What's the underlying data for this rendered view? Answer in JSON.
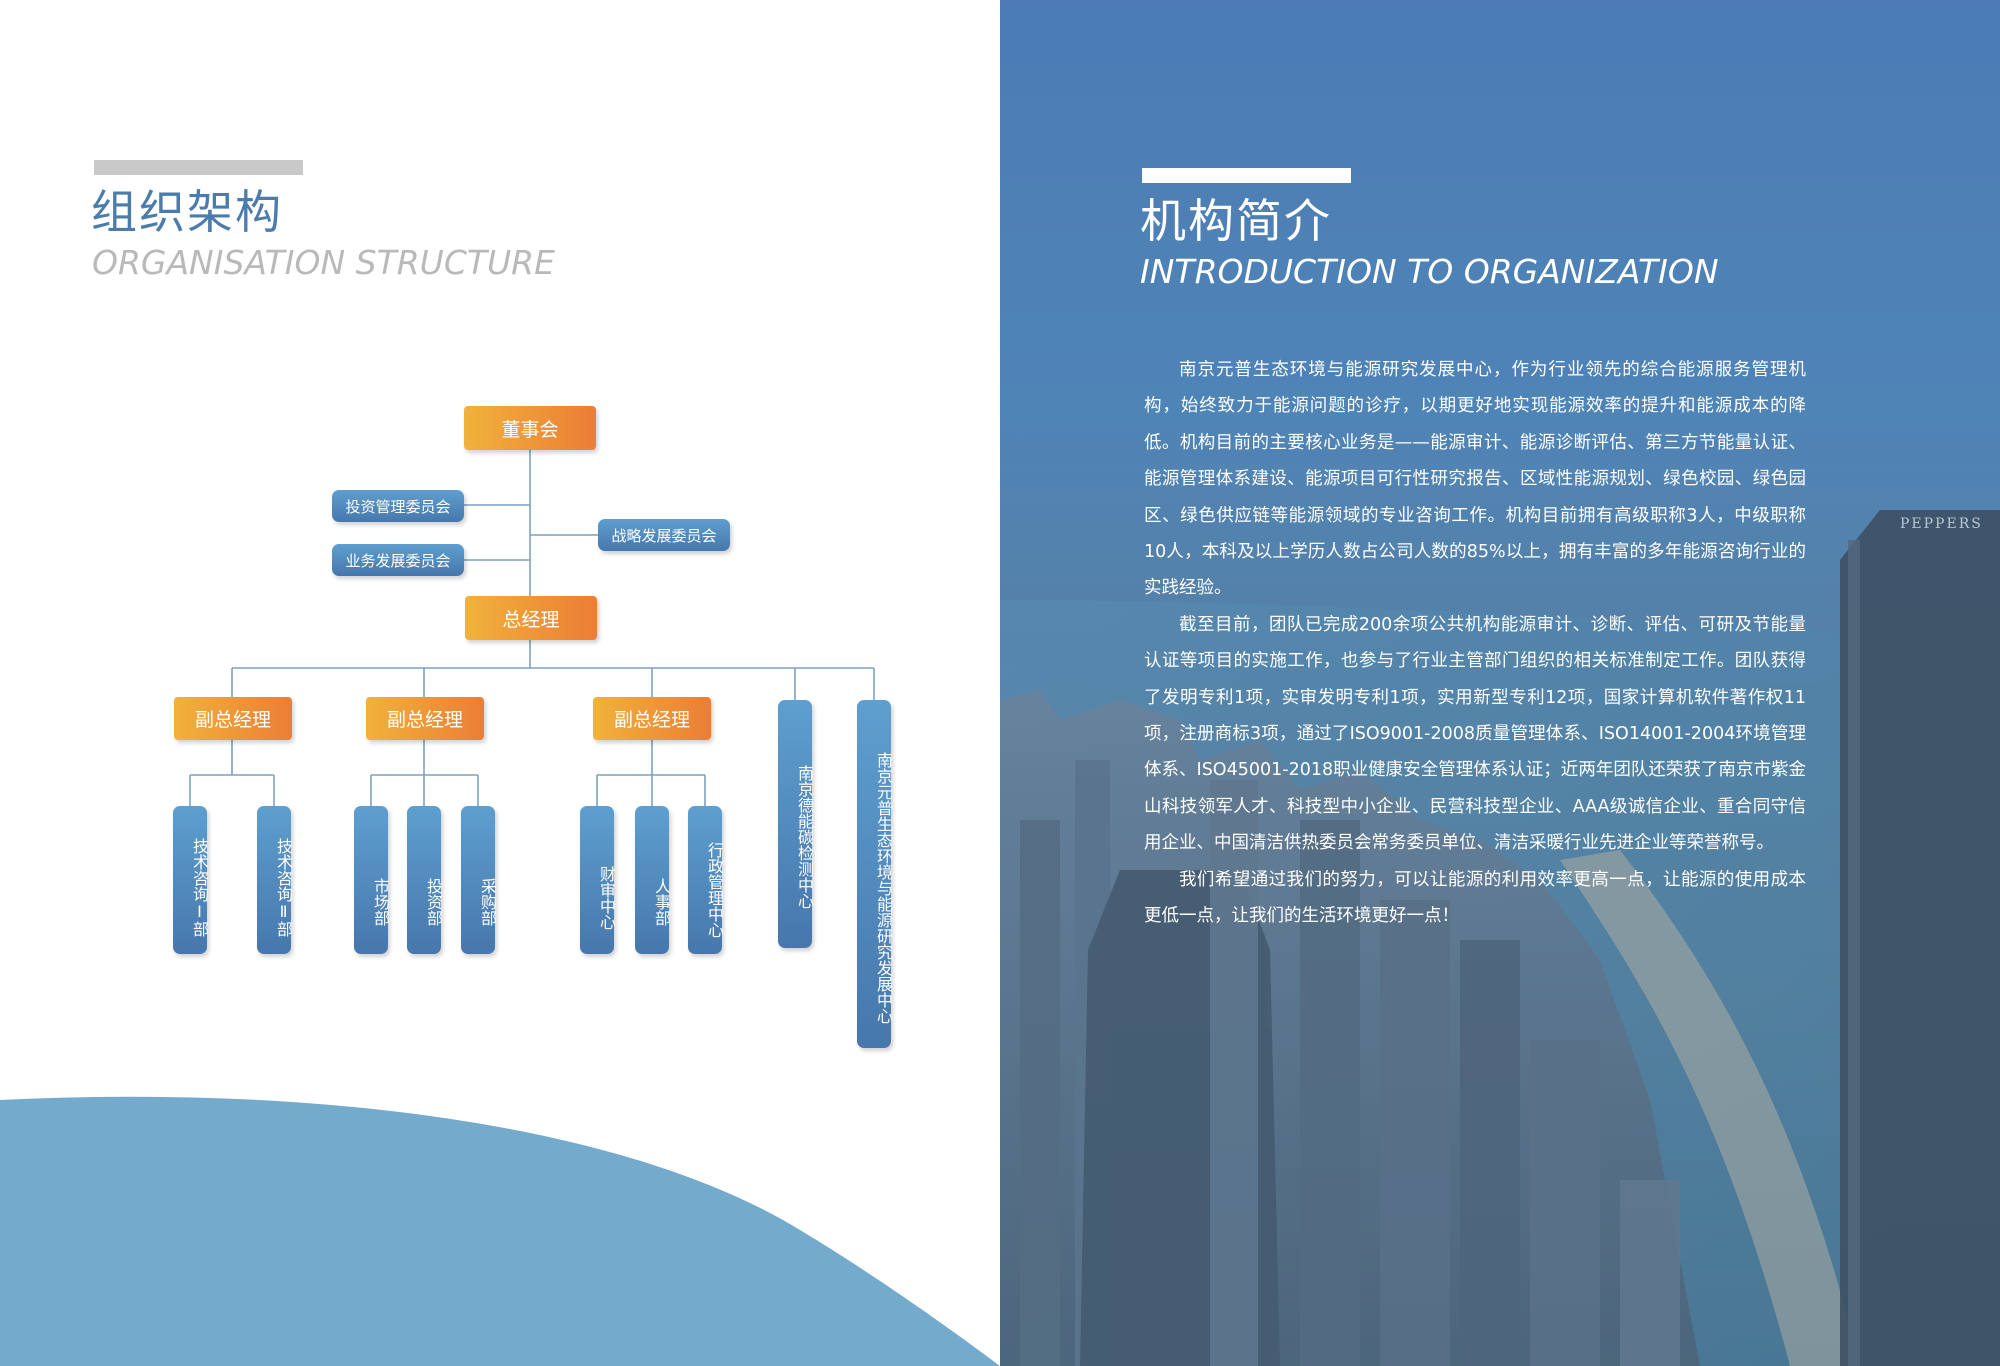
{
  "left": {
    "title_zh": "组织架构",
    "title_en": "ORGANISATION STRUCTURE",
    "org": {
      "board": "董事会",
      "invest_committee": "投资管理委员会",
      "business_committee": "业务发展委员会",
      "strategy_committee": "战略发展委员会",
      "gm": "总经理",
      "vp1": "副总经理",
      "vp2": "副总经理",
      "vp3": "副总经理",
      "tech1": "技术咨询Ⅰ部",
      "tech2": "技术咨询Ⅱ部",
      "market": "市场部",
      "invest": "投资部",
      "purchase": "采购部",
      "finance": "财审中心",
      "hr": "人事部",
      "admin": "行政管理中心",
      "detect": "南京德能碳检测中心",
      "research": "南京元普生态环境与能源研究发展中心"
    }
  },
  "right": {
    "title_zh": "机构简介",
    "title_en": "INTRODUCTION TO ORGANIZATION",
    "paragraphs": [
      "南京元普生态环境与能源研究发展中心，作为行业领先的综合能源服务管理机构，始终致力于能源问题的诊疗，以期更好地实现能源效率的提升和能源成本的降低。机构目前的主要核心业务是——能源审计、能源诊断评估、第三方节能量认证、能源管理体系建设、能源项目可行性研究报告、区域性能源规划、绿色校园、绿色园区、绿色供应链等能源领域的专业咨询工作。机构目前拥有高级职称3人，中级职称10人，本科及以上学历人数占公司人数的85%以上，拥有丰富的多年能源咨询行业的实践经验。",
      "截至目前，团队已完成200余项公共机构能源审计、诊断、评估、可研及节能量认证等项目的实施工作，也参与了行业主管部门组织的相关标准制定工作。团队获得了发明专利1项，实审发明专利1项，实用新型专利12项，国家计算机软件著作权11项，注册商标3项，通过了ISO9001-2008质量管理体系、ISO14001-2004环境管理体系、ISO45001-2018职业健康安全管理体系认证；近两年团队还荣获了南京市紫金山科技领军人才、科技型中小企业、民营科技型企业、AAA级诚信企业、重合同守信用企业、中国清洁供热委员会常务委员单位、清洁采暖行业先进企业等荣誉称号。",
      "我们希望通过我们的努力，可以让能源的利用效率更高一点，让能源的使用成本更低一点，让我们的生活环境更好一点！"
    ],
    "photo_sign": "PEPPERS"
  },
  "colors": {
    "primary_blue": "#4b7cac",
    "light_blue": "#74abcd",
    "orange_start": "#f1b23b",
    "orange_end": "#ec7d35",
    "gray": "#c9c9c9"
  }
}
